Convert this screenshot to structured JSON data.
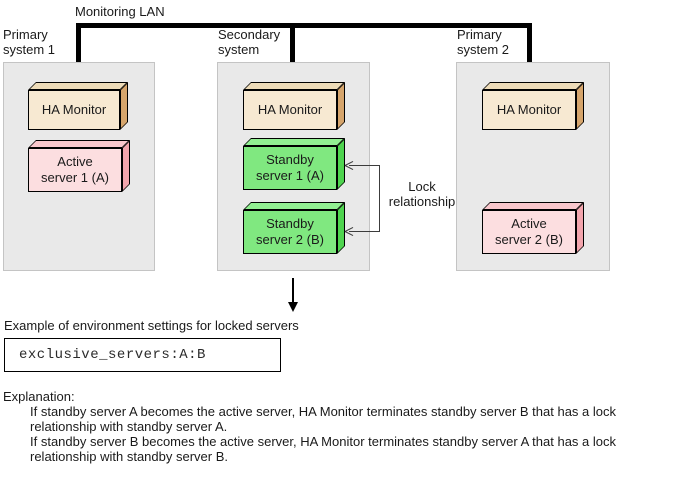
{
  "colors": {
    "monitor_front": "#f7e9d2",
    "monitor_top": "#eddbb8",
    "monitor_side": "#d6a56c",
    "active_front": "#fcdee0",
    "active_top": "#f9c7cc",
    "active_side": "#f3a5ad",
    "standby_front": "#80e880",
    "standby_top": "#92f092",
    "standby_side": "#4fd44f",
    "panel_background": "#e9e9e9",
    "lan_line": "#000000"
  },
  "lan": {
    "label": "Monitoring LAN"
  },
  "systems": [
    {
      "name": "Primary\nsystem 1",
      "boxes": [
        {
          "label": "HA Monitor"
        },
        {
          "label": "Active\nserver 1 (A)"
        }
      ]
    },
    {
      "name": "Secondary\nsystem",
      "boxes": [
        {
          "label": "HA Monitor"
        },
        {
          "label": "Standby\nserver 1 (A)"
        },
        {
          "label": "Standby\nserver 2 (B)"
        }
      ]
    },
    {
      "name": "Primary\nsystem 2",
      "boxes": [
        {
          "label": "HA Monitor"
        },
        {
          "label": "Active\nserver 2 (B)"
        }
      ]
    }
  ],
  "lock": {
    "label": "Lock\nrelationship"
  },
  "example": {
    "caption": "Example of environment settings for locked servers",
    "code": "exclusive_servers:A:B"
  },
  "explanation": {
    "heading": "Explanation:",
    "body": "If standby server A becomes the active server, HA Monitor terminates standby server B that has a lock\nrelationship with standby server A.\nIf standby server B becomes the active server, HA Monitor terminates standby server A that has a lock\nrelationship with standby server B."
  }
}
